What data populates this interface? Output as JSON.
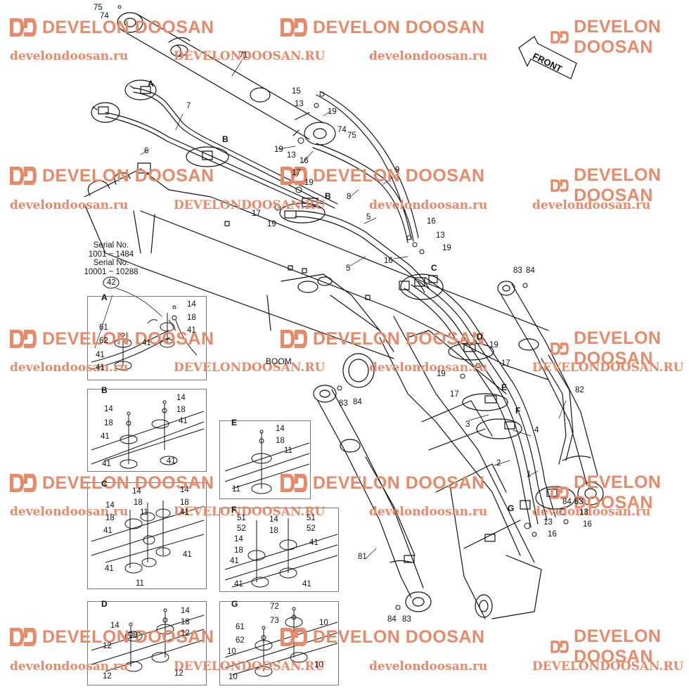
{
  "watermark": {
    "brand": "DEVELON DOOSAN",
    "url_lower": "develondoosan.ru",
    "url_upper": "DEVELONDOOSAN.RU",
    "color": "#e8896a"
  },
  "diagram": {
    "boom_label": "BOOM",
    "front_label": "FRONT",
    "serial_lines": [
      "Serial No.",
      "1001 ~ 1484",
      "Serial No.",
      "10001 ~ 10288"
    ],
    "serial_ref": "42",
    "line_color": "#111111"
  },
  "callouts": {
    "c75a": "75",
    "c74a": "74",
    "c71": "71",
    "c15": "15",
    "c13a": "13",
    "c19a": "19",
    "c7": "7",
    "cA": "A",
    "c6": "6",
    "cB": "B",
    "c74b": "74",
    "c75b": "75",
    "c19b": "19",
    "c13b": "13",
    "c16a": "16",
    "c9": "9",
    "c17a": "17",
    "c19c": "19",
    "c8": "8",
    "cB2": "B",
    "c17b": "17",
    "c19d": "19",
    "c5a": "5",
    "c16b": "16",
    "c13c": "13",
    "c19e": "19",
    "c5b": "5",
    "c16c": "16",
    "cC": "C",
    "c83a": "83",
    "c84a": "84",
    "cD": "D",
    "c19f": "19",
    "c17c": "17",
    "c19g": "19",
    "c17d": "17",
    "cE": "E",
    "c3": "3",
    "cF": "F",
    "c4": "4",
    "c82": "82",
    "c2": "2",
    "c1": "1",
    "cG": "G",
    "c84b": "84",
    "c83b": "83",
    "c13d": "13",
    "c16d": "16",
    "c13e": "13",
    "c16e": "16",
    "c83c": "83",
    "c84c": "84",
    "c81": "81",
    "c84d": "84",
    "c83d": "83"
  },
  "details": [
    {
      "letter": "A",
      "labels": [
        "14",
        "18",
        "41",
        "61",
        "62",
        "41",
        "41",
        "41"
      ]
    },
    {
      "letter": "B",
      "labels": [
        "14",
        "18",
        "41",
        "14",
        "18",
        "41",
        "41",
        "41"
      ]
    },
    {
      "letter": "C",
      "labels": [
        "14",
        "18",
        "14",
        "18",
        "14",
        "18",
        "41",
        "11",
        "41",
        "41",
        "41",
        "11"
      ]
    },
    {
      "letter": "D",
      "labels": [
        "14",
        "18",
        "12",
        "14",
        "18",
        "12",
        "12",
        "12"
      ]
    },
    {
      "letter": "E",
      "labels": [
        "14",
        "18",
        "11",
        "11"
      ]
    },
    {
      "letter": "F",
      "labels": [
        "51",
        "52",
        "14",
        "18",
        "51",
        "52",
        "14",
        "18",
        "41",
        "41",
        "41",
        "41"
      ]
    },
    {
      "letter": "G",
      "labels": [
        "72",
        "73",
        "10",
        "61",
        "62",
        "10",
        "10",
        "10"
      ]
    }
  ]
}
